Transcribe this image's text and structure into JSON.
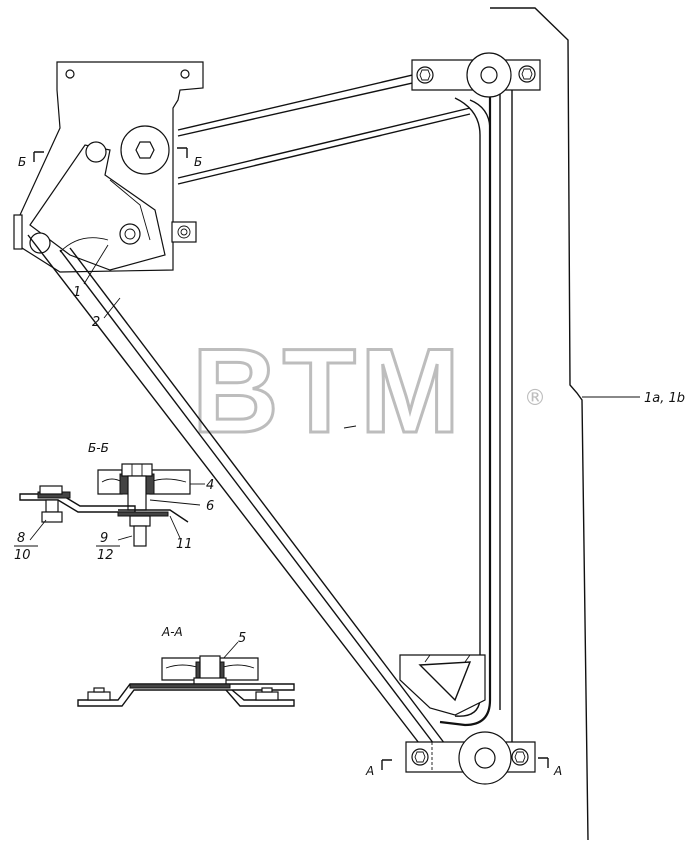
{
  "watermark": {
    "text": "BTM",
    "registered": "®"
  },
  "sections": {
    "bb": "Б-Б",
    "aa": "А-А",
    "cut_b": "Б",
    "cut_a": "А"
  },
  "callouts": {
    "c1": "1",
    "c2": "2",
    "c4": "4",
    "c5": "5",
    "c6": "6",
    "c8": "8",
    "c9": "9",
    "c10": "10",
    "c11": "11",
    "c12": "12",
    "assembly": "1a, 1b"
  }
}
